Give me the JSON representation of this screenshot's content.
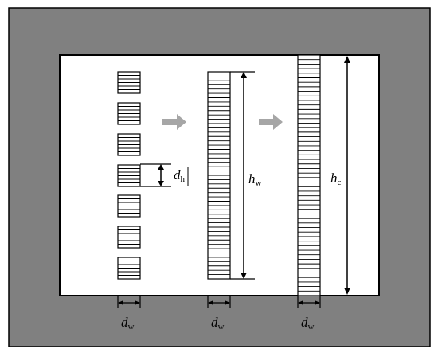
{
  "colors": {
    "frame": "#808080",
    "window": "#ffffff",
    "stroke": "#000000",
    "arrow": "#a6a6a6"
  },
  "labels": {
    "dh": {
      "main": "d",
      "sub": "h"
    },
    "hw": {
      "main": "h",
      "sub": "w"
    },
    "hc": {
      "main": "h",
      "sub": "c"
    },
    "dw_left": {
      "main": "d",
      "sub": "w"
    },
    "dw_mid": {
      "main": "d",
      "sub": "w"
    },
    "dw_right": {
      "main": "d",
      "sub": "w"
    }
  },
  "stages": [
    {
      "name": "separate-stacks",
      "stack_count": 7,
      "lines_per_stack": 6
    },
    {
      "name": "merged-column-hw",
      "line_count": 48
    },
    {
      "name": "full-column-hc",
      "line_count": 53
    }
  ]
}
